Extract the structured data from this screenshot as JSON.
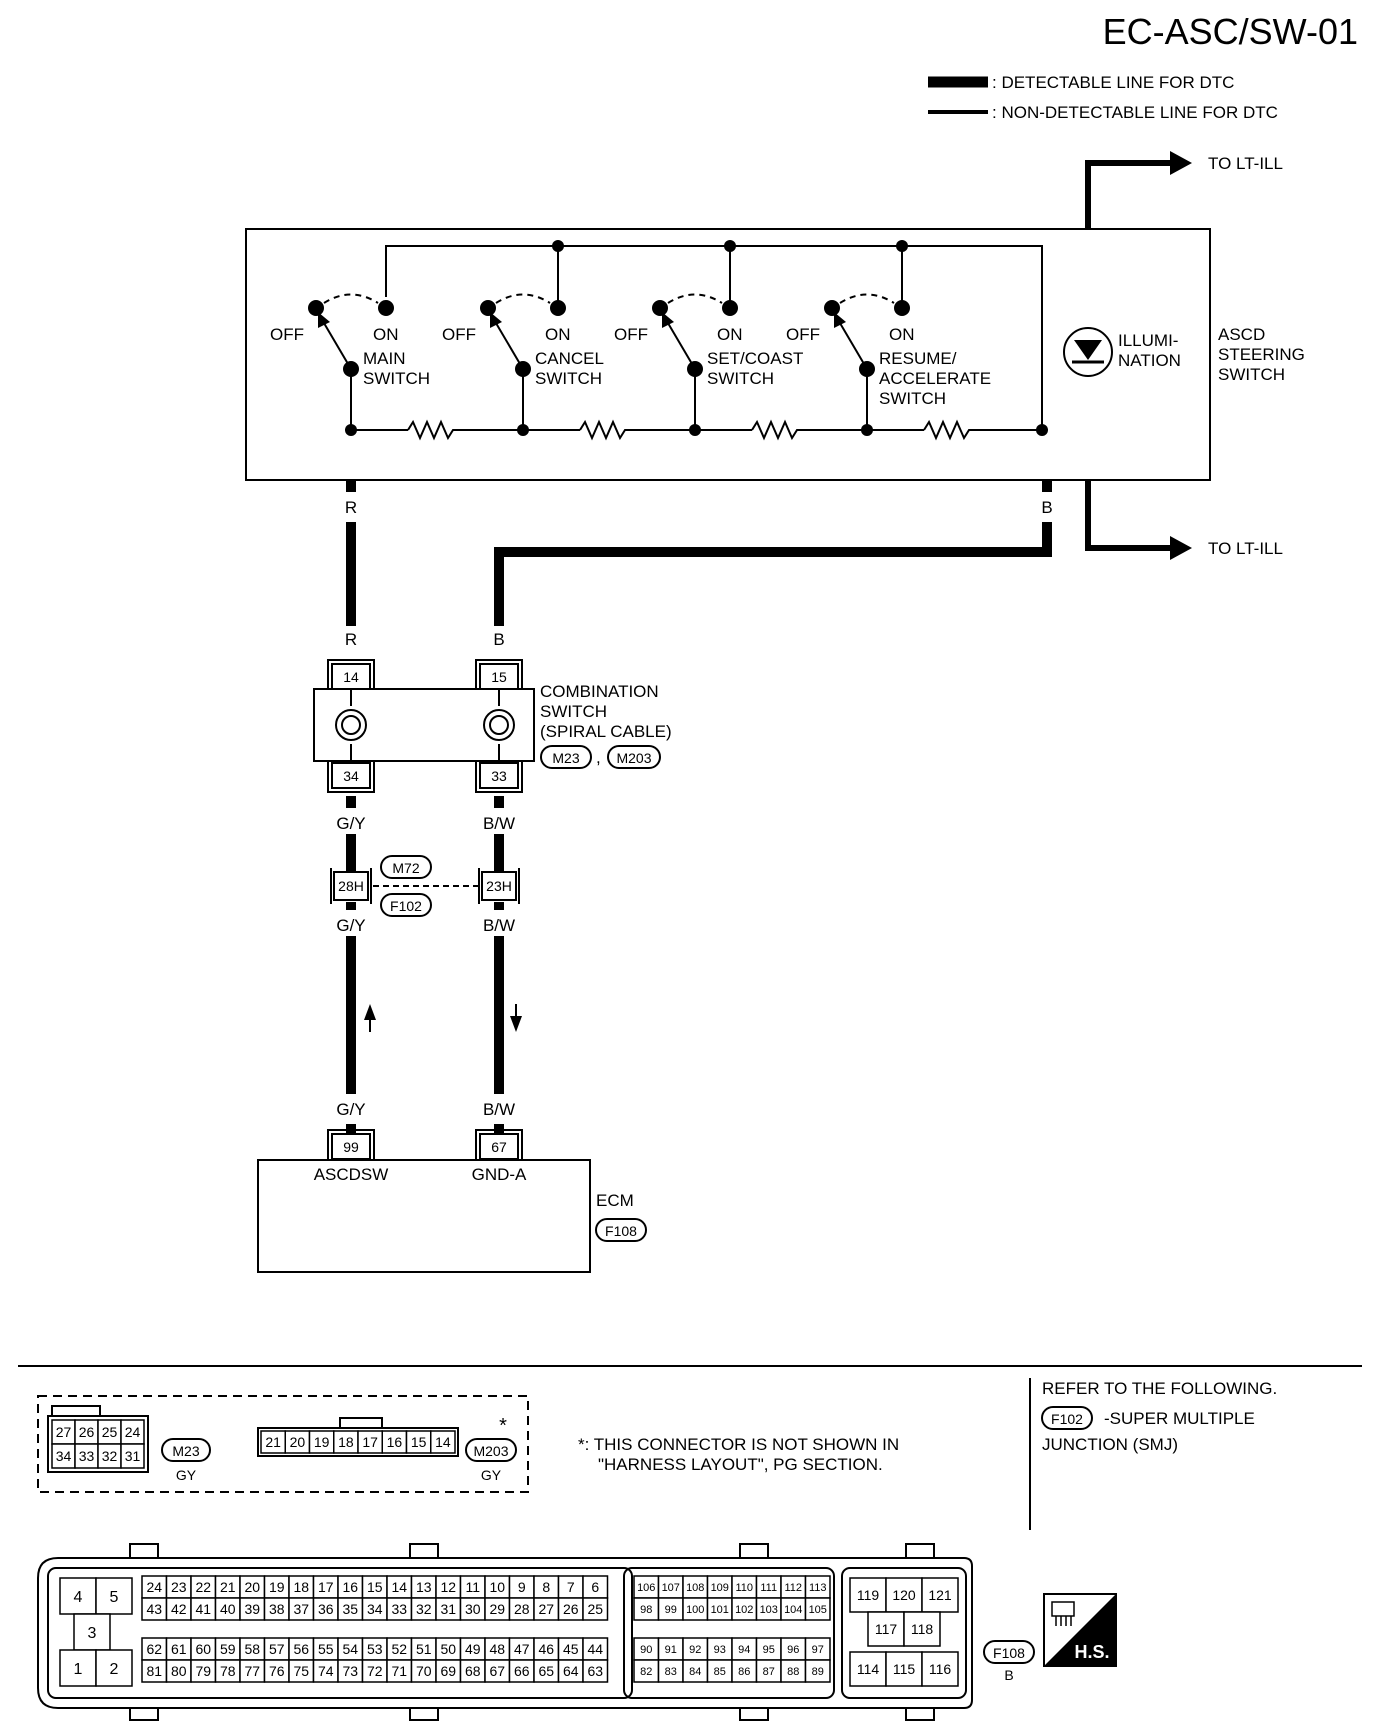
{
  "page_id": "EC-ASC/SW-01",
  "legend": {
    "detectable": ": DETECTABLE LINE FOR DTC",
    "non_detectable": ": NON-DETECTABLE LINE FOR DTC"
  },
  "to_lt_ill": "TO LT-ILL",
  "ascd_switch": {
    "title_lines": [
      "ASCD",
      "STEERING",
      "SWITCH"
    ],
    "illumination_lines": [
      "ILLUMI-",
      "NATION"
    ],
    "off_label": "OFF",
    "on_label": "ON",
    "switches": [
      {
        "lines": [
          "MAIN",
          "SWITCH"
        ]
      },
      {
        "lines": [
          "CANCEL",
          "SWITCH"
        ]
      },
      {
        "lines": [
          "SET/COAST",
          "SWITCH"
        ]
      },
      {
        "lines": [
          "RESUME/",
          "ACCELERATE",
          "SWITCH"
        ]
      }
    ]
  },
  "wires": {
    "left": [
      "R",
      "R",
      "G/Y",
      "G/Y",
      "G/Y"
    ],
    "right": [
      "B",
      "B",
      "B/W",
      "B/W",
      "B/W"
    ]
  },
  "combination_switch": {
    "lines": [
      "COMBINATION",
      "SWITCH",
      "(SPIRAL CABLE)"
    ],
    "pins_top": [
      "14",
      "15"
    ],
    "pins_bottom": [
      "34",
      "33"
    ],
    "connectors": [
      "M23",
      "M203"
    ],
    "separator": ","
  },
  "junction": {
    "pins": [
      "28H",
      "23H"
    ],
    "connectors": [
      "M72",
      "F102"
    ]
  },
  "ecm": {
    "label": "ECM",
    "connector": "F108",
    "pins": [
      "99",
      "67"
    ],
    "terminals": [
      "ASCDSW",
      "GND-A"
    ]
  },
  "note": {
    "star": "*",
    "lines": [
      "*: THIS CONNECTOR IS NOT SHOWN IN",
      "\"HARNESS LAYOUT\", PG SECTION."
    ]
  },
  "refer": {
    "title": "REFER TO THE FOLLOWING.",
    "connector": "F102",
    "desc_lines": [
      "-SUPER MULTIPLE",
      "JUNCTION (SMJ)"
    ]
  },
  "connector_views": {
    "m23": {
      "code": "M23",
      "color": "GY",
      "rows": [
        [
          "27",
          "26",
          "25",
          "24"
        ],
        [
          "34",
          "33",
          "32",
          "31"
        ]
      ]
    },
    "m203": {
      "code": "M203",
      "color": "GY",
      "row": [
        "21",
        "20",
        "19",
        "18",
        "17",
        "16",
        "15",
        "14"
      ]
    },
    "f108": {
      "code": "F108",
      "color": "B",
      "left": {
        "top": [
          "4",
          "5"
        ],
        "mid": "3",
        "bottom": [
          "1",
          "2"
        ]
      },
      "block1": {
        "r1": [
          "24",
          "23",
          "22",
          "21",
          "20",
          "19",
          "18",
          "17",
          "16",
          "15",
          "14",
          "13",
          "12",
          "11",
          "10",
          "9",
          "8",
          "7",
          "6"
        ],
        "r2": [
          "43",
          "42",
          "41",
          "40",
          "39",
          "38",
          "37",
          "36",
          "35",
          "34",
          "33",
          "32",
          "31",
          "30",
          "29",
          "28",
          "27",
          "26",
          "25"
        ],
        "r3": [
          "62",
          "61",
          "60",
          "59",
          "58",
          "57",
          "56",
          "55",
          "54",
          "53",
          "52",
          "51",
          "50",
          "49",
          "48",
          "47",
          "46",
          "45",
          "44"
        ],
        "r4": [
          "81",
          "80",
          "79",
          "78",
          "77",
          "76",
          "75",
          "74",
          "73",
          "72",
          "71",
          "70",
          "69",
          "68",
          "67",
          "66",
          "65",
          "64",
          "63"
        ]
      },
      "block2": {
        "r1": [
          "106",
          "107",
          "108",
          "109",
          "110",
          "111",
          "112",
          "113"
        ],
        "r2": [
          "98",
          "99",
          "100",
          "101",
          "102",
          "103",
          "104",
          "105"
        ],
        "r3": [
          "90",
          "91",
          "92",
          "93",
          "94",
          "95",
          "96",
          "97"
        ],
        "r4": [
          "82",
          "83",
          "84",
          "85",
          "86",
          "87",
          "88",
          "89"
        ]
      },
      "block3": {
        "r1": [
          "119",
          "120",
          "121"
        ],
        "r2": [
          "117",
          "118"
        ],
        "r3": [
          "114",
          "115",
          "116"
        ]
      }
    }
  },
  "hs_badge": "H.S."
}
